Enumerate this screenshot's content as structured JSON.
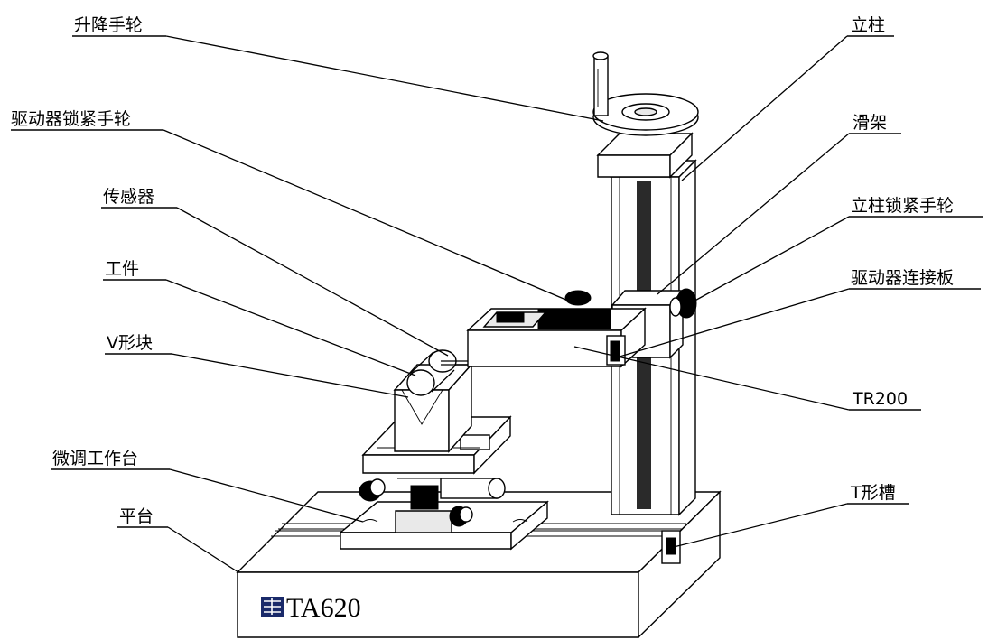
{
  "labels": {
    "handwheel_lift": "升降手轮",
    "drive_lock_handwheel": "驱动器锁紧手轮",
    "sensor": "传感器",
    "workpiece": "工件",
    "v_block": "V形块",
    "fine_tune_table": "微调工作台",
    "platform": "平台",
    "column": "立柱",
    "carriage": "滑架",
    "column_lock_handwheel": "立柱锁紧手轮",
    "drive_connect_plate": "驱动器连接板",
    "tr200": "TR200",
    "t_slot": "T形槽"
  },
  "model_label": "TA620"
}
